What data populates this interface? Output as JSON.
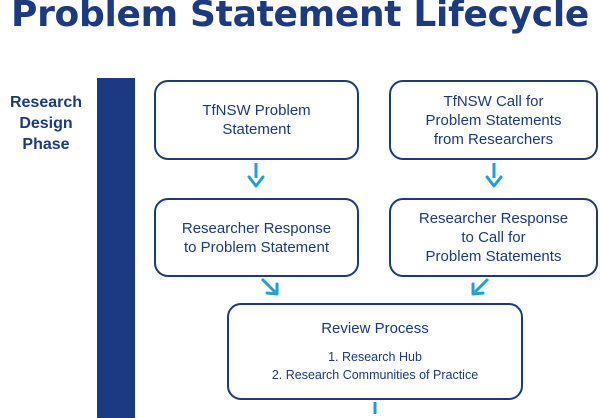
{
  "title": "Problem Statement Lifecycle",
  "phase": {
    "lines": [
      "Research",
      "Design",
      "Phase"
    ]
  },
  "boxes": {
    "problem_statement": {
      "lines": [
        "TfNSW Problem",
        "Statement"
      ]
    },
    "call_for_problems": {
      "lines": [
        "TfNSW Call for",
        "Problem Statements",
        "from Researchers"
      ]
    },
    "response_problem": {
      "lines": [
        "Researcher Response",
        "to Problem Statement"
      ]
    },
    "response_call": {
      "lines": [
        "Researcher Response",
        "to Call for",
        "Problem Statements"
      ]
    },
    "review": {
      "title": "Review Process",
      "items": [
        "1. Research Hub",
        "2. Research Communities of Practice"
      ]
    }
  },
  "colors": {
    "navy": "#1b3a82",
    "arrow": "#1da1d8",
    "background": "#ffffff"
  }
}
